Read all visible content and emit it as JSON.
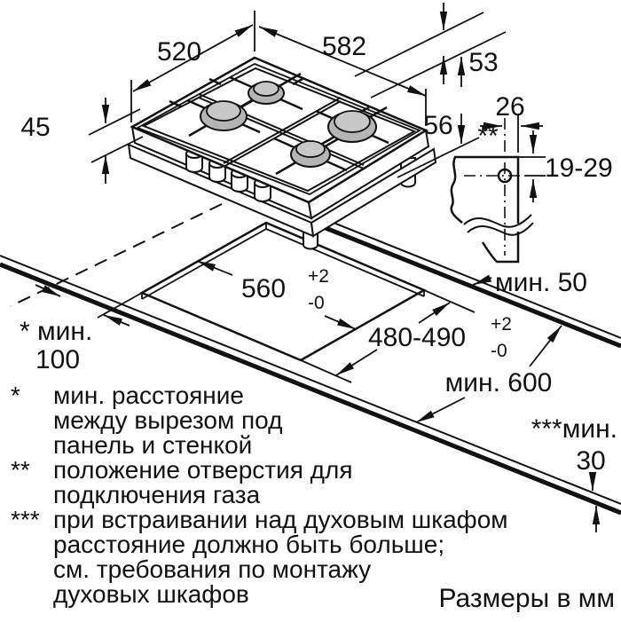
{
  "units_note": "Размеры в мм",
  "dimensions": {
    "hob_depth": "520",
    "hob_width": "582",
    "hob_front_height": "45",
    "hob_body_height": "53",
    "hob_total_height": "56",
    "gas_hole_offset": "26",
    "gas_hole_marker": "**",
    "gas_hole_depth": "19-29",
    "cutout_width": "560",
    "cutout_width_tol_plus": "+2",
    "cutout_width_tol_minus": "-0",
    "cutout_depth": "480-490",
    "cutout_depth_tol_plus": "+2",
    "cutout_depth_tol_minus": "-0",
    "min_rear_gap": "мин. 50",
    "min_left_gap_label": "* мин.",
    "min_left_gap_value": "100",
    "min_worktop_depth": "мин. 600",
    "min_oven_gap_label": "***мин.",
    "min_oven_gap_value": "30"
  },
  "footnotes": [
    {
      "marker": "*",
      "lines": [
        "мин. расстояние",
        "между вырезом под",
        "панель и стенкой"
      ]
    },
    {
      "marker": "**",
      "lines": [
        "положение отверстия для",
        "подключения газа"
      ]
    },
    {
      "marker": "***",
      "lines": [
        "при встраивании над духовым шкафом",
        "расстояние должно быть больше;",
        "см. требования по монтажу",
        "духовых шкафов"
      ]
    }
  ]
}
